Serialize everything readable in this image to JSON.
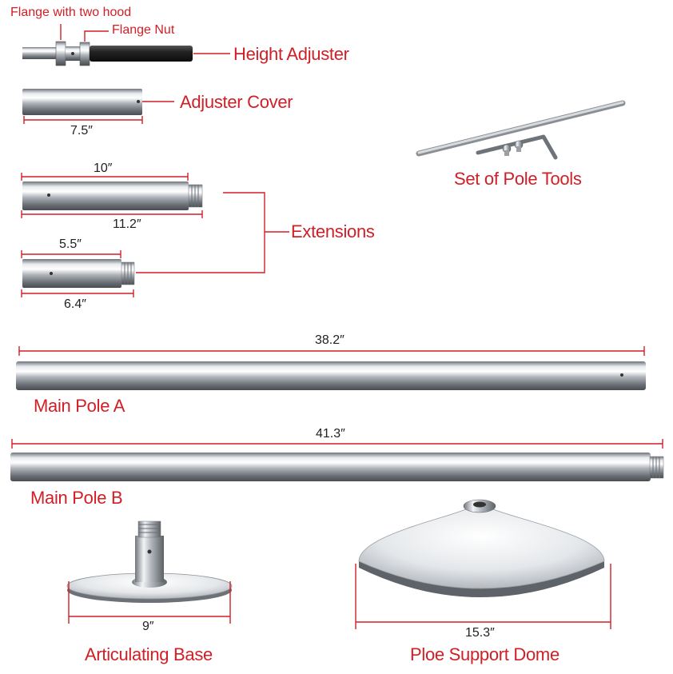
{
  "labels": {
    "flange_two_hood": "Flange with two hood",
    "flange_nut": "Flange Nut",
    "height_adjuster": "Height Adjuster",
    "adjuster_cover": "Adjuster Cover",
    "set_of_pole_tools": "Set of Pole Tools",
    "extensions": "Extensions",
    "main_pole_a": "Main Pole A",
    "main_pole_b": "Main Pole B",
    "articulating_base": "Articulating Base",
    "support_dome": "Ploe Support Dome"
  },
  "dimensions": {
    "adjuster_cover": "7.5″",
    "extension_long_inner": "10″",
    "extension_long_total": "11.2″",
    "extension_short_inner": "5.5″",
    "extension_short_total": "6.4″",
    "main_pole_a": "38.2″",
    "main_pole_b": "41.3″",
    "articulating_base": "9″",
    "support_dome": "15.3″"
  },
  "colors": {
    "label_red": "#d01f26",
    "dimension_text": "#222222",
    "chrome": "#b8bcc2"
  }
}
